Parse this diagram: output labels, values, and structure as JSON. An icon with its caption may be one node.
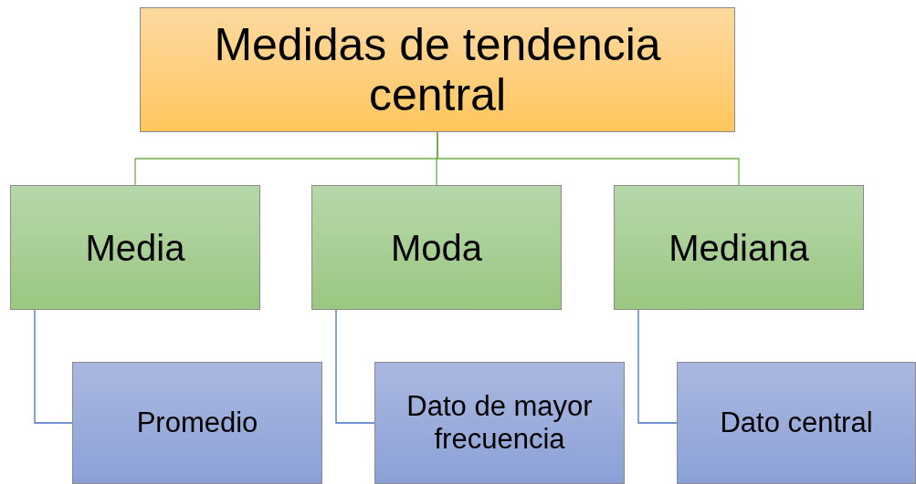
{
  "diagram": {
    "nodes": [
      {
        "text": [
          "Medidas de tendencia central"
        ]
      },
      {
        "text": [
          "Media"
        ]
      },
      {
        "text": [
          "Moda"
        ]
      },
      {
        "text": [
          "Mediana"
        ]
      },
      {
        "text": [
          "Promedio"
        ]
      },
      {
        "text": [
          "Dato de mayor frecuencia"
        ]
      },
      {
        "text": [
          "Dato central"
        ]
      }
    ],
    "edges": [
      {
        "from": 0,
        "to": 1,
        "arrow": "none",
        "color": "#70ad47"
      },
      {
        "from": 0,
        "to": 2,
        "arrow": "none",
        "color": "#70ad47"
      },
      {
        "from": 0,
        "to": 3,
        "arrow": "none",
        "color": "#70ad47"
      },
      {
        "from": 1,
        "to": 4,
        "arrow": "none",
        "color": "#4472c4"
      },
      {
        "from": 2,
        "to": 5,
        "arrow": "none",
        "color": "#4472c4"
      },
      {
        "from": 3,
        "to": 6,
        "arrow": "none",
        "color": "#4472c4"
      }
    ]
  }
}
